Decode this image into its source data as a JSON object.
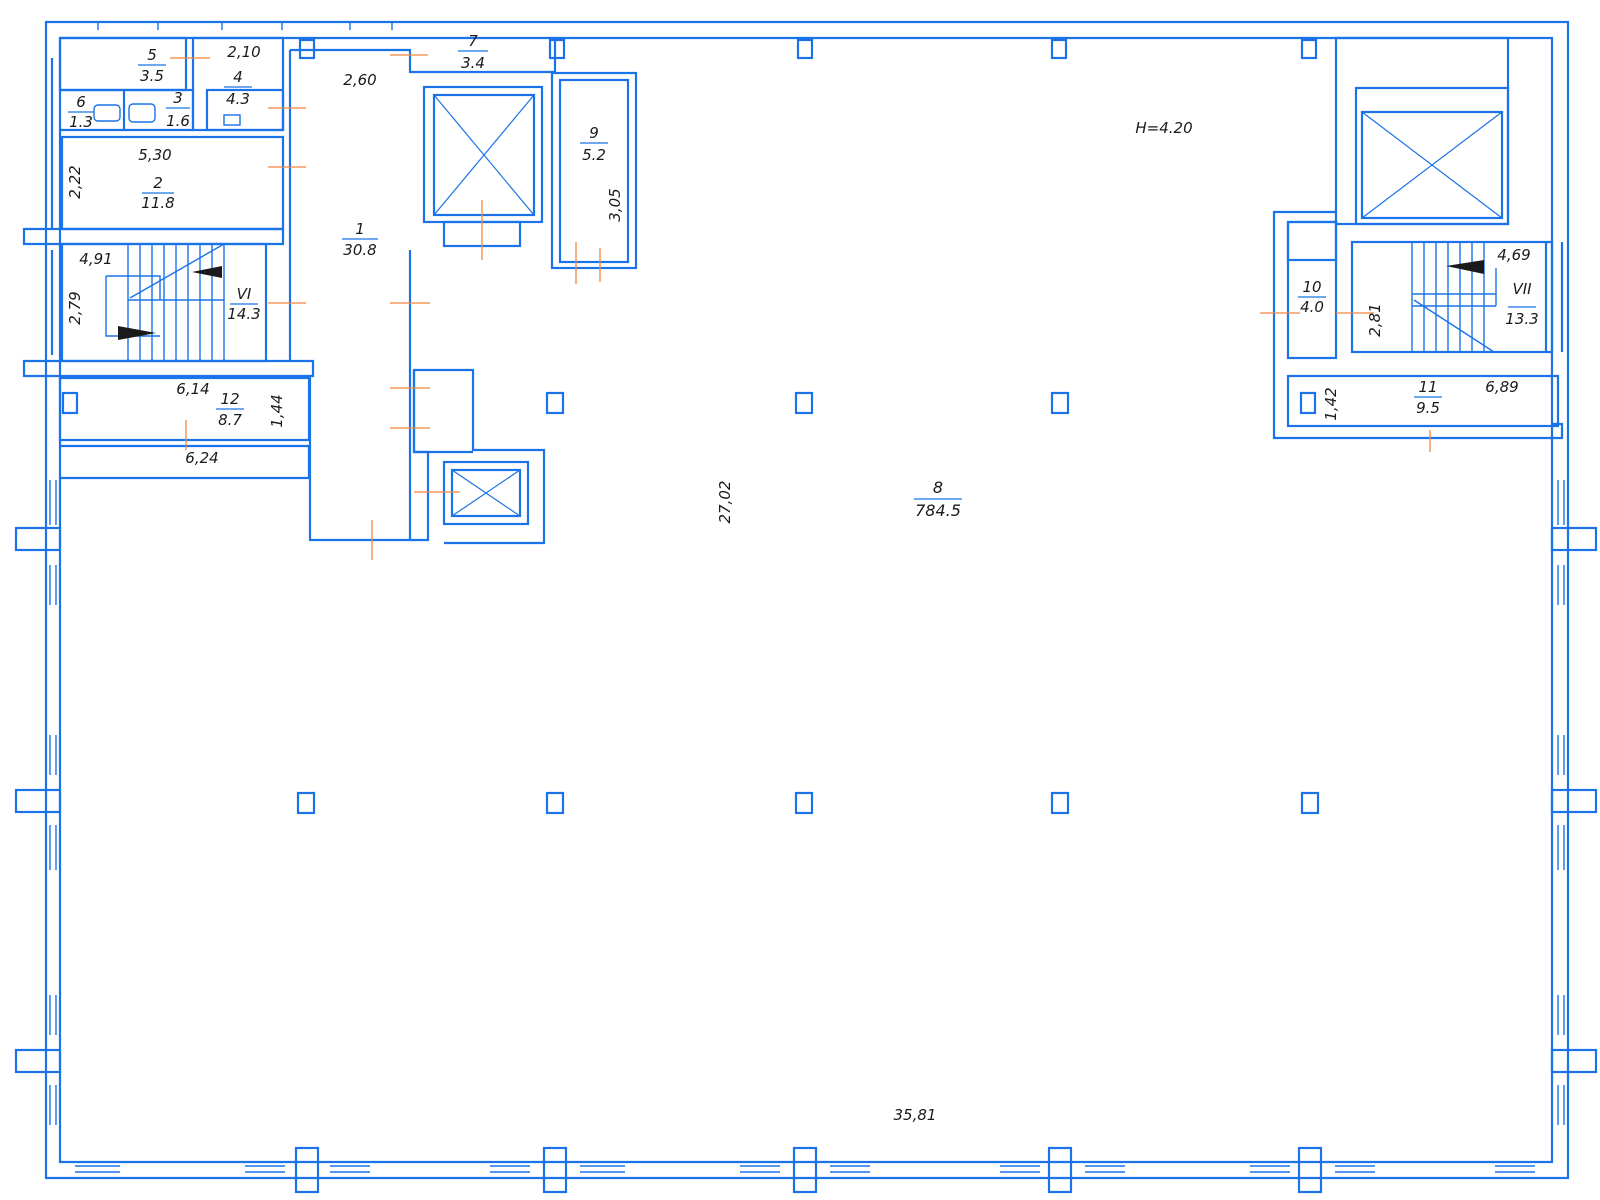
{
  "height_note": "H=4.20",
  "rooms": [
    {
      "id": "r1",
      "num": "1",
      "area": "30.8"
    },
    {
      "id": "r2",
      "num": "2",
      "area": "11.8"
    },
    {
      "id": "r3",
      "num": "3",
      "area": "1.6"
    },
    {
      "id": "r4",
      "num": "4",
      "area": "4.3"
    },
    {
      "id": "r5",
      "num": "5",
      "area": "3.5"
    },
    {
      "id": "r6",
      "num": "6",
      "area": "1.3"
    },
    {
      "id": "r7",
      "num": "7",
      "area": "3.4"
    },
    {
      "id": "r8",
      "num": "8",
      "area": "784.5"
    },
    {
      "id": "r9",
      "num": "9",
      "area": "5.2"
    },
    {
      "id": "r10",
      "num": "10",
      "area": "4.0"
    },
    {
      "id": "r11",
      "num": "11",
      "area": "9.5"
    },
    {
      "id": "r12",
      "num": "12",
      "area": "8.7"
    },
    {
      "id": "stairVI",
      "num": "VI",
      "area": "14.3"
    },
    {
      "id": "stairVII",
      "num": "VII",
      "area": "13.3"
    }
  ],
  "dimensions": [
    "2,10",
    "2,60",
    "5,30",
    "2,22",
    "4,91",
    "2,79",
    "6,14",
    "1,44",
    "6,24",
    "3,05",
    "27,02",
    "35,81",
    "4,69",
    "2,81",
    "1,42",
    "6,89"
  ]
}
